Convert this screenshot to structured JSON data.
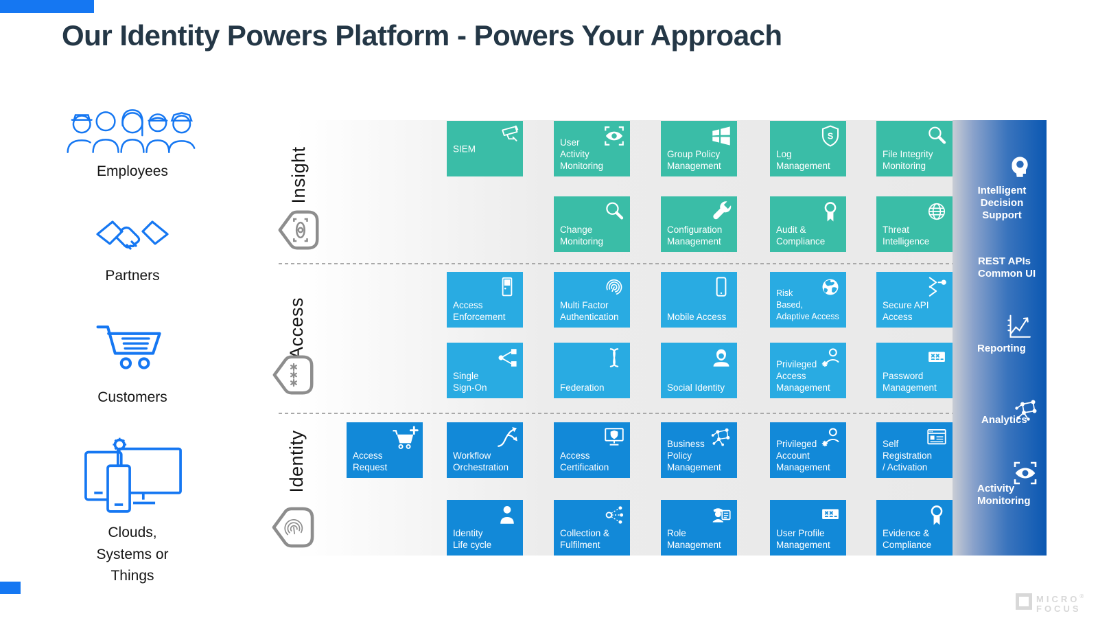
{
  "title": "Our Identity Powers Platform - Powers Your Approach",
  "audiences": {
    "employees": {
      "label": "Employees",
      "icon": "people-group-icon"
    },
    "partners": {
      "label": "Partners",
      "icon": "handshake-icon"
    },
    "customers": {
      "label": "Customers",
      "icon": "shopping-cart-icon"
    },
    "clouds": {
      "label": "Clouds,\nSystems or\nThings",
      "icon": "devices-gear-icon"
    }
  },
  "rows": {
    "insight": {
      "label": "Insight",
      "badge_icon": "eye-shield-badge"
    },
    "access": {
      "label": "Access",
      "badge_icon": "password-shield-badge"
    },
    "identity": {
      "label": "Identity",
      "badge_icon": "fingerprint-shield-badge"
    }
  },
  "tiles": {
    "siem": {
      "label": "SIEM",
      "icon": "cctv-camera-icon"
    },
    "user_activity_monitoring": {
      "label": "User\nActivity\nMonitoring",
      "icon": "eye-brackets-icon"
    },
    "group_policy_management": {
      "label": "Group Policy\nManagement",
      "icon": "windows-logo-icon"
    },
    "log_management": {
      "label": "Log\nManagement",
      "icon": "shield-s-icon"
    },
    "file_integrity_monitoring": {
      "label": "File Integrity\nMonitoring",
      "icon": "magnifier-icon"
    },
    "change_monitoring": {
      "label": "Change\nMonitoring",
      "icon": "magnifier-icon"
    },
    "configuration_management": {
      "label": "Configuration\nManagement",
      "icon": "wrench-icon"
    },
    "audit_compliance": {
      "label": "Audit &\nCompliance",
      "icon": "award-ribbon-icon"
    },
    "threat_intelligence": {
      "label": "Threat\nIntelligence",
      "icon": "globe-grid-icon"
    },
    "access_enforcement": {
      "label": "Access\nEnforcement",
      "icon": "door-icon"
    },
    "multi_factor_authentication": {
      "label": "Multi Factor\nAuthentication",
      "icon": "fingerprint-icon"
    },
    "mobile_access": {
      "label": "Mobile Access",
      "icon": "smartphone-icon"
    },
    "risk_based_adaptive_access": {
      "label": "Risk\nBased,\nAdaptive Access",
      "icon": "earth-globe-icon"
    },
    "secure_api_access": {
      "label": "Secure API\nAccess",
      "icon": "api-arrows-icon"
    },
    "single_sign_on": {
      "label": "Single\nSign-On",
      "icon": "share-nodes-icon"
    },
    "federation": {
      "label": "Federation",
      "icon": "federation-knot-icon"
    },
    "social_identity": {
      "label": "Social Identity",
      "icon": "person-bust-icon"
    },
    "privileged_access_management": {
      "label": "Privileged\nAccess\nManagement",
      "icon": "person-star-icon"
    },
    "password_management": {
      "label": "Password\nManagement",
      "icon": "password-card-icon"
    },
    "access_request": {
      "label": "Access\nRequest",
      "icon": "cart-plus-icon"
    },
    "workflow_orchestration": {
      "label": "Workflow\nOrchestration",
      "icon": "workflow-branch-icon"
    },
    "access_certification": {
      "label": "Access\nCertification",
      "icon": "monitor-shield-icon"
    },
    "business_policy_management": {
      "label": "Business\nPolicy\nManagement",
      "icon": "network-graph-icon"
    },
    "privileged_account_management": {
      "label": "Privileged\nAccount\nManagement",
      "icon": "person-star-icon"
    },
    "self_registration": {
      "label": "Self\nRegistration\n/ Activation",
      "icon": "browser-form-icon"
    },
    "identity_lifecycle": {
      "label": "Identity\nLife cycle",
      "icon": "person-silhouette-icon"
    },
    "collection_fulfilment": {
      "label": "Collection &\nFulfilment",
      "icon": "collection-dots-icon"
    },
    "role_management": {
      "label": "Role\nManagement",
      "icon": "role-officer-icon"
    },
    "user_profile_management": {
      "label": "User Profile\nManagement",
      "icon": "password-card-icon"
    },
    "evidence_compliance": {
      "label": "Evidence &\nCompliance",
      "icon": "award-ribbon-icon"
    }
  },
  "sidebar": {
    "intelligent_decision_support": {
      "label": "Intelligent\nDecision\nSupport",
      "icon": "head-profile-icon"
    },
    "rest_apis": {
      "label": "REST APIs\nCommon UI"
    },
    "reporting": {
      "label": "Reporting",
      "icon": "line-chart-icon"
    },
    "analytics": {
      "label": "Analytics",
      "icon": "network-graph-icon"
    },
    "activity_monitoring": {
      "label": "Activity\nMonitoring",
      "icon": "eye-brackets-icon"
    }
  },
  "logo": {
    "brand_top": "MICRO",
    "brand_bottom": "FOCUS",
    "registered": "®"
  },
  "theme": {
    "insight": "#3abda7",
    "access": "#29abe2",
    "identity": "#1289d8",
    "accent_blue": "#1577f2",
    "title_color": "#243746",
    "sidebar_start": "#c9cdd5",
    "sidebar_end": "#0b58b2",
    "logo_gray": "#d8d8d8"
  }
}
